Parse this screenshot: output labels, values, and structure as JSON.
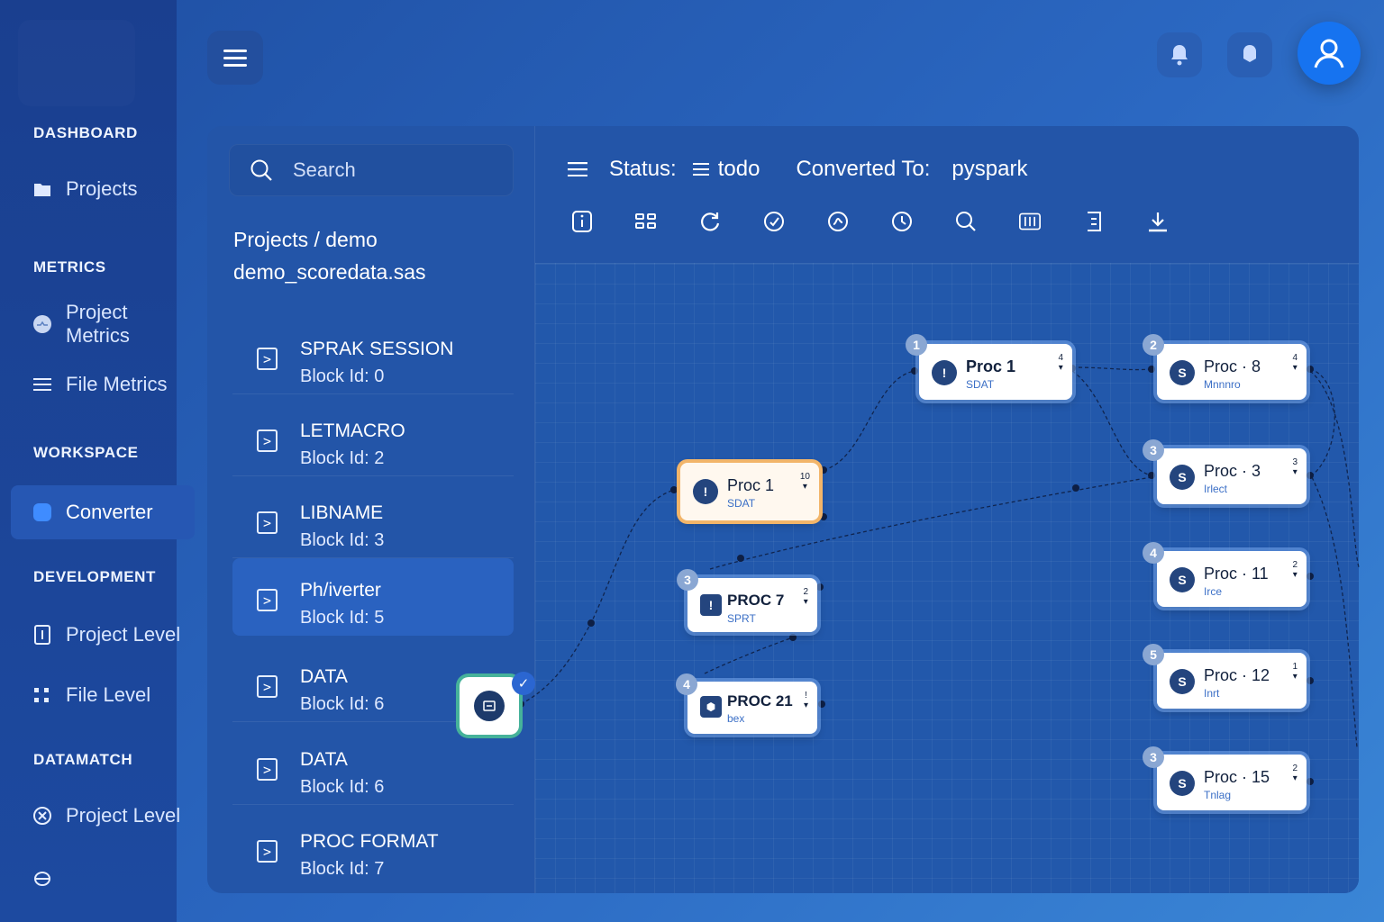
{
  "sidebar": {
    "sections": {
      "dashboard": "DASHBOARD",
      "metrics": "METRICS",
      "workspace": "WORKSPACE",
      "development": "DEVELOPMENT",
      "datamatch": "DATAMATCH"
    },
    "items": [
      {
        "label": "Projects",
        "icon": "folder-icon"
      },
      {
        "label": "Project Metrics",
        "icon": "metrics-icon"
      },
      {
        "label": "File Metrics",
        "icon": "list-icon"
      },
      {
        "label": "Converter",
        "icon": "converter-icon",
        "active": true
      },
      {
        "label": "Project Level",
        "icon": "document-icon"
      },
      {
        "label": "File Level",
        "icon": "grid-icon"
      },
      {
        "label": "Project Level",
        "icon": "match-icon"
      }
    ]
  },
  "search": {
    "placeholder": "Search"
  },
  "breadcrumb": {
    "path": "Projects / demo",
    "file": "demo_scoredata.sas"
  },
  "blocks": [
    {
      "name": "SPRAK SESSION",
      "id": "Block Id: 0"
    },
    {
      "name": "LETMACRO",
      "id": "Block Id: 2"
    },
    {
      "name": "LIBNAME",
      "id": "Block Id: 3"
    },
    {
      "name": "Ph/iverter",
      "id": "Block Id: 5",
      "active": true
    },
    {
      "name": "DATA",
      "id": "Block Id: 6"
    },
    {
      "name": "DATA",
      "id": "Block Id: 6"
    },
    {
      "name": "PROC FORMAT",
      "id": "Block Id: 7"
    }
  ],
  "toolbar": {
    "status_label": "Status:",
    "status_value": "todo",
    "converted_label": "Converted To:",
    "converted_value": "pyspark",
    "tools": [
      "info-icon",
      "layout-icon",
      "refresh-icon",
      "check-circle-icon",
      "trend-icon",
      "clock-icon",
      "search-icon",
      "columns-icon",
      "code-icon",
      "download-icon"
    ]
  },
  "nodes": [
    {
      "key": "n1",
      "title": "Proc 1",
      "sub": "SDAT",
      "count": "4",
      "badge": "1",
      "icon": "!"
    },
    {
      "key": "n2",
      "title": "Proc · 8",
      "sub": "Mnnnro",
      "count": "4",
      "badge": "2",
      "icon": "S"
    },
    {
      "key": "n3",
      "title": "Proc · 3",
      "sub": "Irlect",
      "count": "3",
      "badge": "3",
      "icon": "S"
    },
    {
      "key": "n4",
      "title": "Proc · 11",
      "sub": "Irce",
      "count": "2",
      "badge": "4",
      "icon": "S"
    },
    {
      "key": "n5",
      "title": "Proc · 12",
      "sub": "Inrt",
      "count": "1",
      "badge": "5",
      "icon": "S"
    },
    {
      "key": "n6",
      "title": "Proc · 15",
      "sub": "Tnlag",
      "count": "2",
      "badge": "3",
      "icon": "S"
    },
    {
      "key": "n7",
      "title": "Proc 1",
      "sub": "SDAT",
      "count": "10",
      "badge": "",
      "icon": "!"
    },
    {
      "key": "n8",
      "title": "PROC 7",
      "sub": "SPRT",
      "count": "2",
      "badge": "3",
      "icon": "!"
    },
    {
      "key": "n9",
      "title": "PROC 21",
      "sub": "bex",
      "count": "!",
      "badge": "4",
      "icon": "⬢"
    }
  ],
  "colors": {
    "accent": "#3f8cff",
    "panel": "#2355a8",
    "start_border": "#46b29a",
    "highlight_border": "#f2b56a"
  }
}
